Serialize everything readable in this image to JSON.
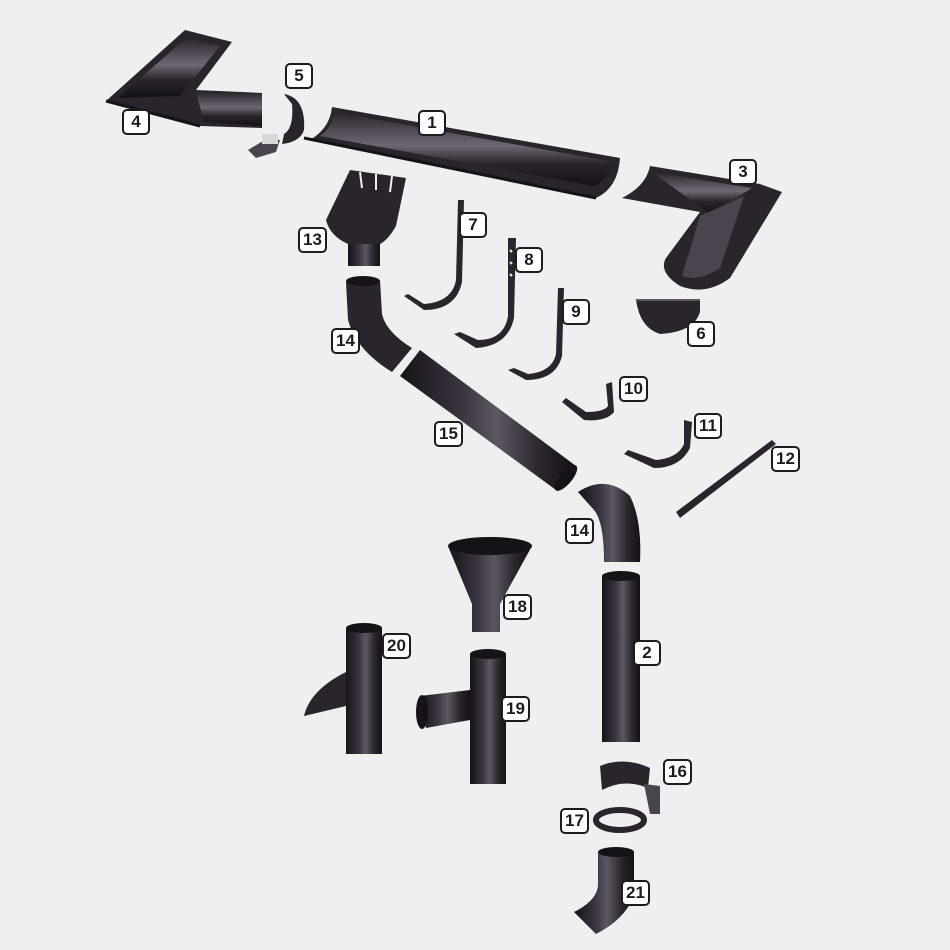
{
  "colors": {
    "background": "#efefef",
    "metal": "#2a252c",
    "metal_dark": "#161318",
    "highlight": "#6e6873",
    "label_border": "#1e1b20",
    "label_fill": "#ffffff"
  },
  "callouts": [
    "1",
    "2",
    "3",
    "4",
    "5",
    "6",
    "7",
    "8",
    "9",
    "10",
    "11",
    "12",
    "13",
    "14",
    "14",
    "15",
    "16",
    "17",
    "18",
    "19",
    "20",
    "21"
  ],
  "parts": [
    "gutter",
    "downpipe",
    "gutter-corner-outer",
    "gutter-corner-inner",
    "gutter-connector",
    "gutter-end-cap",
    "long-hook-7",
    "long-hook-8",
    "long-hook-9",
    "short-bracket-10",
    "short-bracket-11",
    "hook-extension-12",
    "gutter-outlet",
    "downpipe-bend",
    "offset-pipe",
    "bend-upper",
    "pipe-clamp-brick",
    "pipe-clamp-wood",
    "water-funnel",
    "tee-branch-pipe",
    "water-collector",
    "outlet-elbow"
  ]
}
